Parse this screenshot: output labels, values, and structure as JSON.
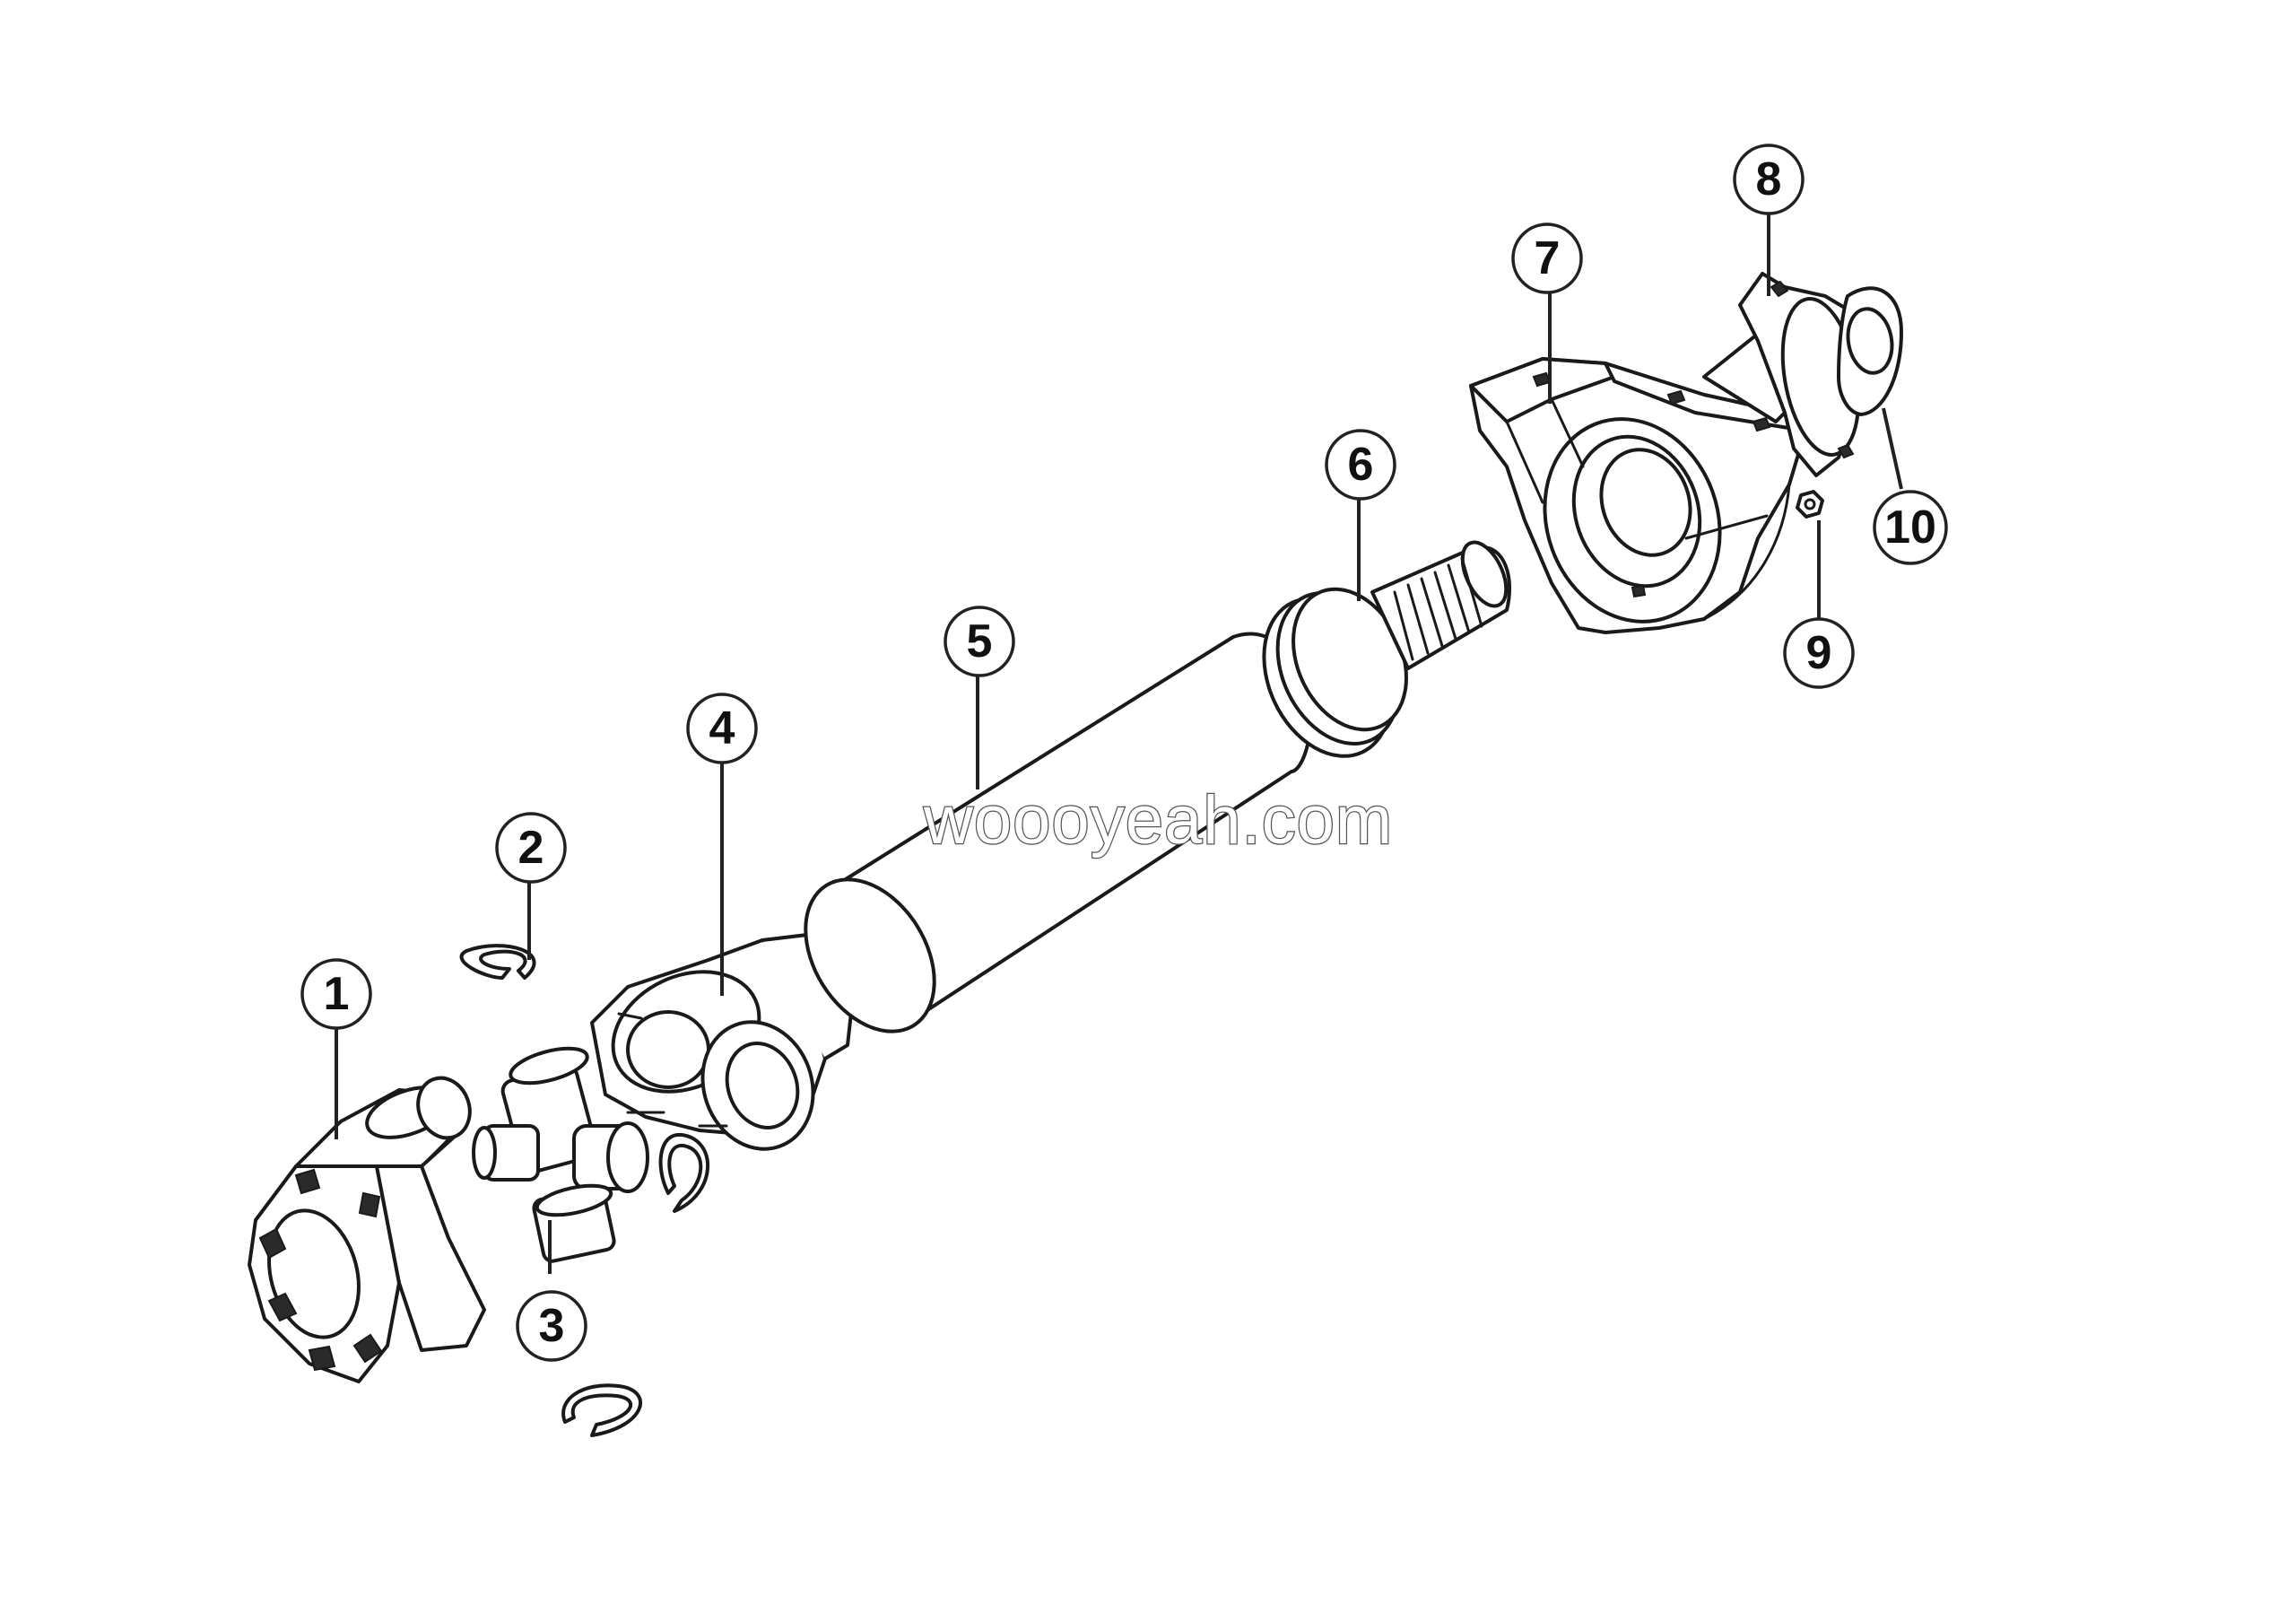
{
  "diagram": {
    "callouts": [
      {
        "id": "1",
        "label": "1"
      },
      {
        "id": "2",
        "label": "2"
      },
      {
        "id": "3",
        "label": "3"
      },
      {
        "id": "4",
        "label": "4"
      },
      {
        "id": "5",
        "label": "5"
      },
      {
        "id": "6",
        "label": "6"
      },
      {
        "id": "7",
        "label": "7"
      },
      {
        "id": "8",
        "label": "8"
      },
      {
        "id": "9",
        "label": "9"
      },
      {
        "id": "10",
        "label": "10"
      }
    ],
    "watermark": "woooyeah.com"
  },
  "colors": {
    "line": "#1a1a1a",
    "background": "#ffffff"
  }
}
